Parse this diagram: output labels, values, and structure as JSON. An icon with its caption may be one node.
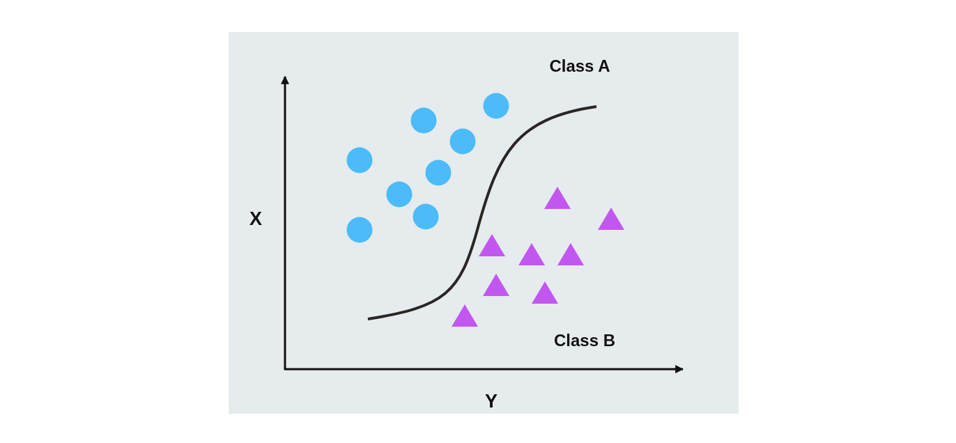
{
  "diagram": {
    "labels": [
      "Class A",
      "X",
      "Class B",
      "Y"
    ]
  }
}
